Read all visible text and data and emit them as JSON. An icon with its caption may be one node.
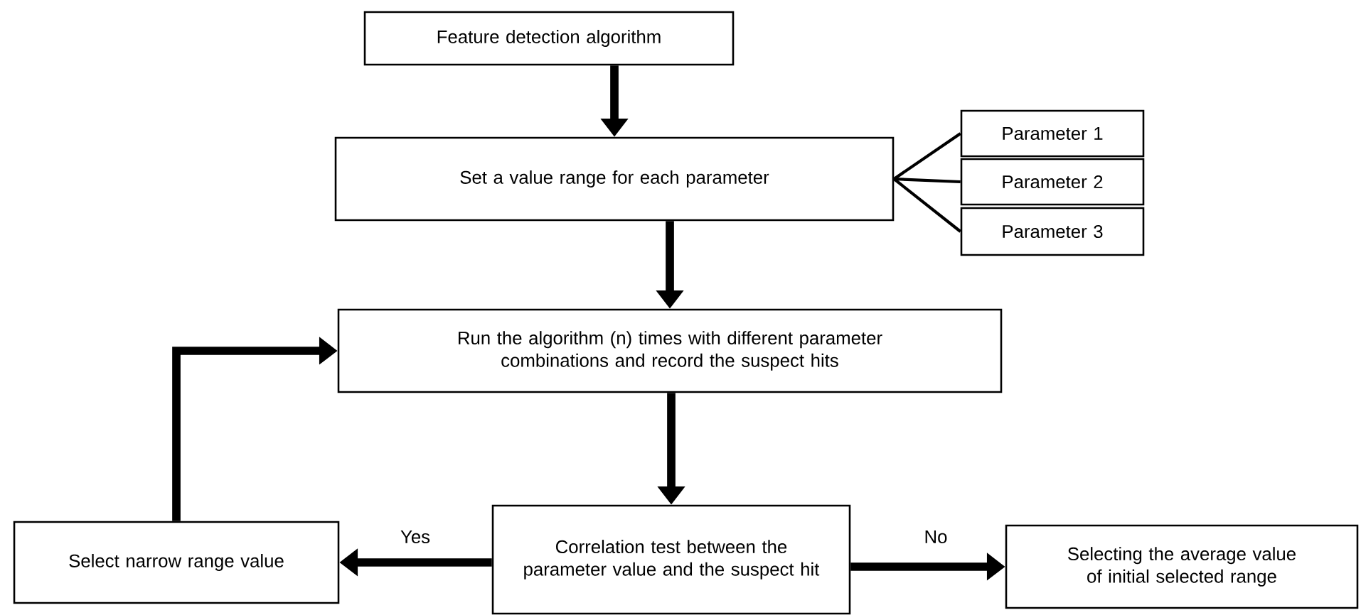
{
  "diagram": {
    "nodes": [
      {
        "text": [
          "Feature detection algorithm"
        ]
      },
      {
        "text": [
          "Set a value range for each parameter"
        ]
      },
      {
        "text": [
          "Parameter 1"
        ]
      },
      {
        "text": [
          "Parameter 2"
        ]
      },
      {
        "text": [
          "Parameter 3"
        ]
      },
      {
        "text": [
          "Run the algorithm (n) times with different parameter combinations and record the suspect hits"
        ]
      },
      {
        "text": [
          "Correlation test between the parameter value and the suspect hit"
        ]
      },
      {
        "text": [
          "Select narrow range value"
        ]
      },
      {
        "text": [
          "Selecting the average value of initial selected range"
        ]
      }
    ],
    "edges": [
      {
        "from": 0,
        "to": 1,
        "arrow": "to"
      },
      {
        "from": 1,
        "to": 2,
        "arrow": "none"
      },
      {
        "from": 1,
        "to": 3,
        "arrow": "none"
      },
      {
        "from": 1,
        "to": 4,
        "arrow": "none"
      },
      {
        "from": 1,
        "to": 5,
        "arrow": "to"
      },
      {
        "from": 5,
        "to": 6,
        "arrow": "to"
      },
      {
        "from": 6,
        "to": 7,
        "arrow": "to",
        "label": "Yes"
      },
      {
        "from": 6,
        "to": 8,
        "arrow": "to",
        "label": "No"
      },
      {
        "from": 7,
        "to": 5,
        "arrow": "to"
      }
    ]
  }
}
